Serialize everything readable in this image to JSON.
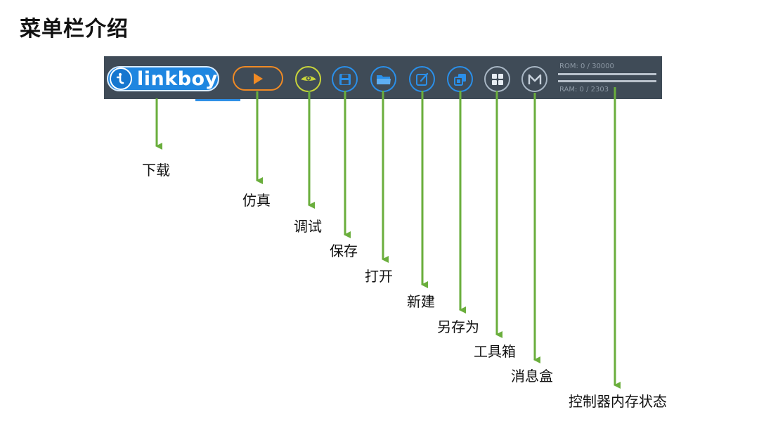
{
  "title": "菜单栏介绍",
  "toolbar": {
    "logo_text": "linkboy",
    "rom_text": "ROM: 0 / 30000",
    "ram_text": "RAM: 0 / 2303"
  },
  "labels": {
    "download": "下载",
    "simulate": "仿真",
    "debug": "调试",
    "save": "保存",
    "open": "打开",
    "new": "新建",
    "save_as": "另存为",
    "toolbox": "工具箱",
    "message_box": "消息盒",
    "memory_status": "控制器内存状态"
  },
  "colors": {
    "toolbar_bg": "#3f4b57",
    "accent_blue": "#2a8fe9",
    "sim_orange": "#f08a24",
    "debug_yellow": "#c8d43a",
    "arrow_green": "#6aae3c"
  }
}
